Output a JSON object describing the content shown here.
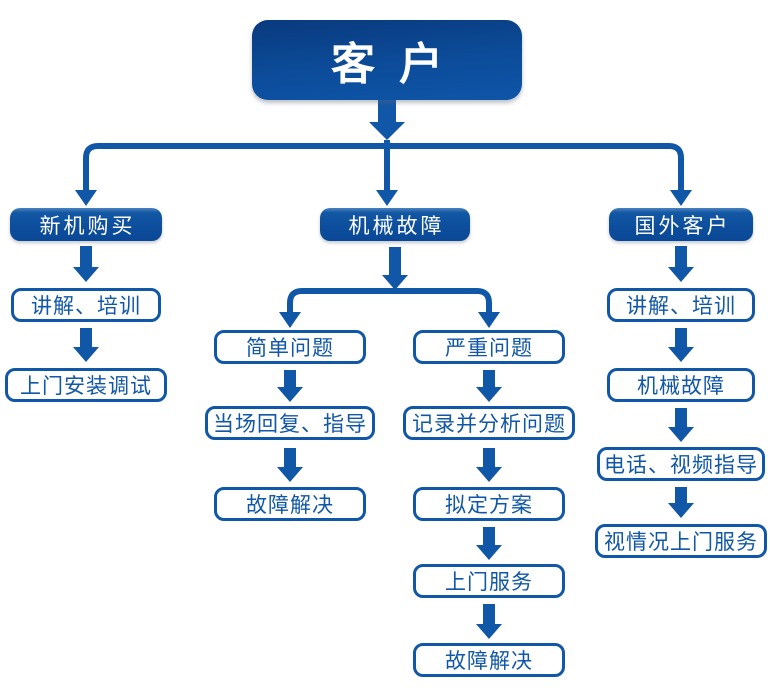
{
  "colors": {
    "accent_blue": "#1157A8",
    "node_fill_dark": "#0A4896",
    "node_fill_highlight": "#4C83C0",
    "root_fill_top": "#093A7D",
    "root_fill_bottom": "#0E55A8",
    "node_text_on_fill": "#FFFFFF",
    "outline_text": "#1157A8",
    "background": "#FFFFFF"
  },
  "root": {
    "label": "客户"
  },
  "branches": {
    "left": {
      "header": "新机购买",
      "steps": [
        "讲解、培训",
        "上门安装调试"
      ]
    },
    "middle": {
      "header": "机械故障",
      "sub_left": {
        "steps": [
          "简单问题",
          "当场回复、指导",
          "故障解决"
        ]
      },
      "sub_right": {
        "steps": [
          "严重问题",
          "记录并分析问题",
          "拟定方案",
          "上门服务",
          "故障解决"
        ]
      }
    },
    "right": {
      "header": "国外客户",
      "steps": [
        "讲解、培训",
        "机械故障",
        "电话、视频指导",
        "视情况上门服务"
      ]
    }
  }
}
